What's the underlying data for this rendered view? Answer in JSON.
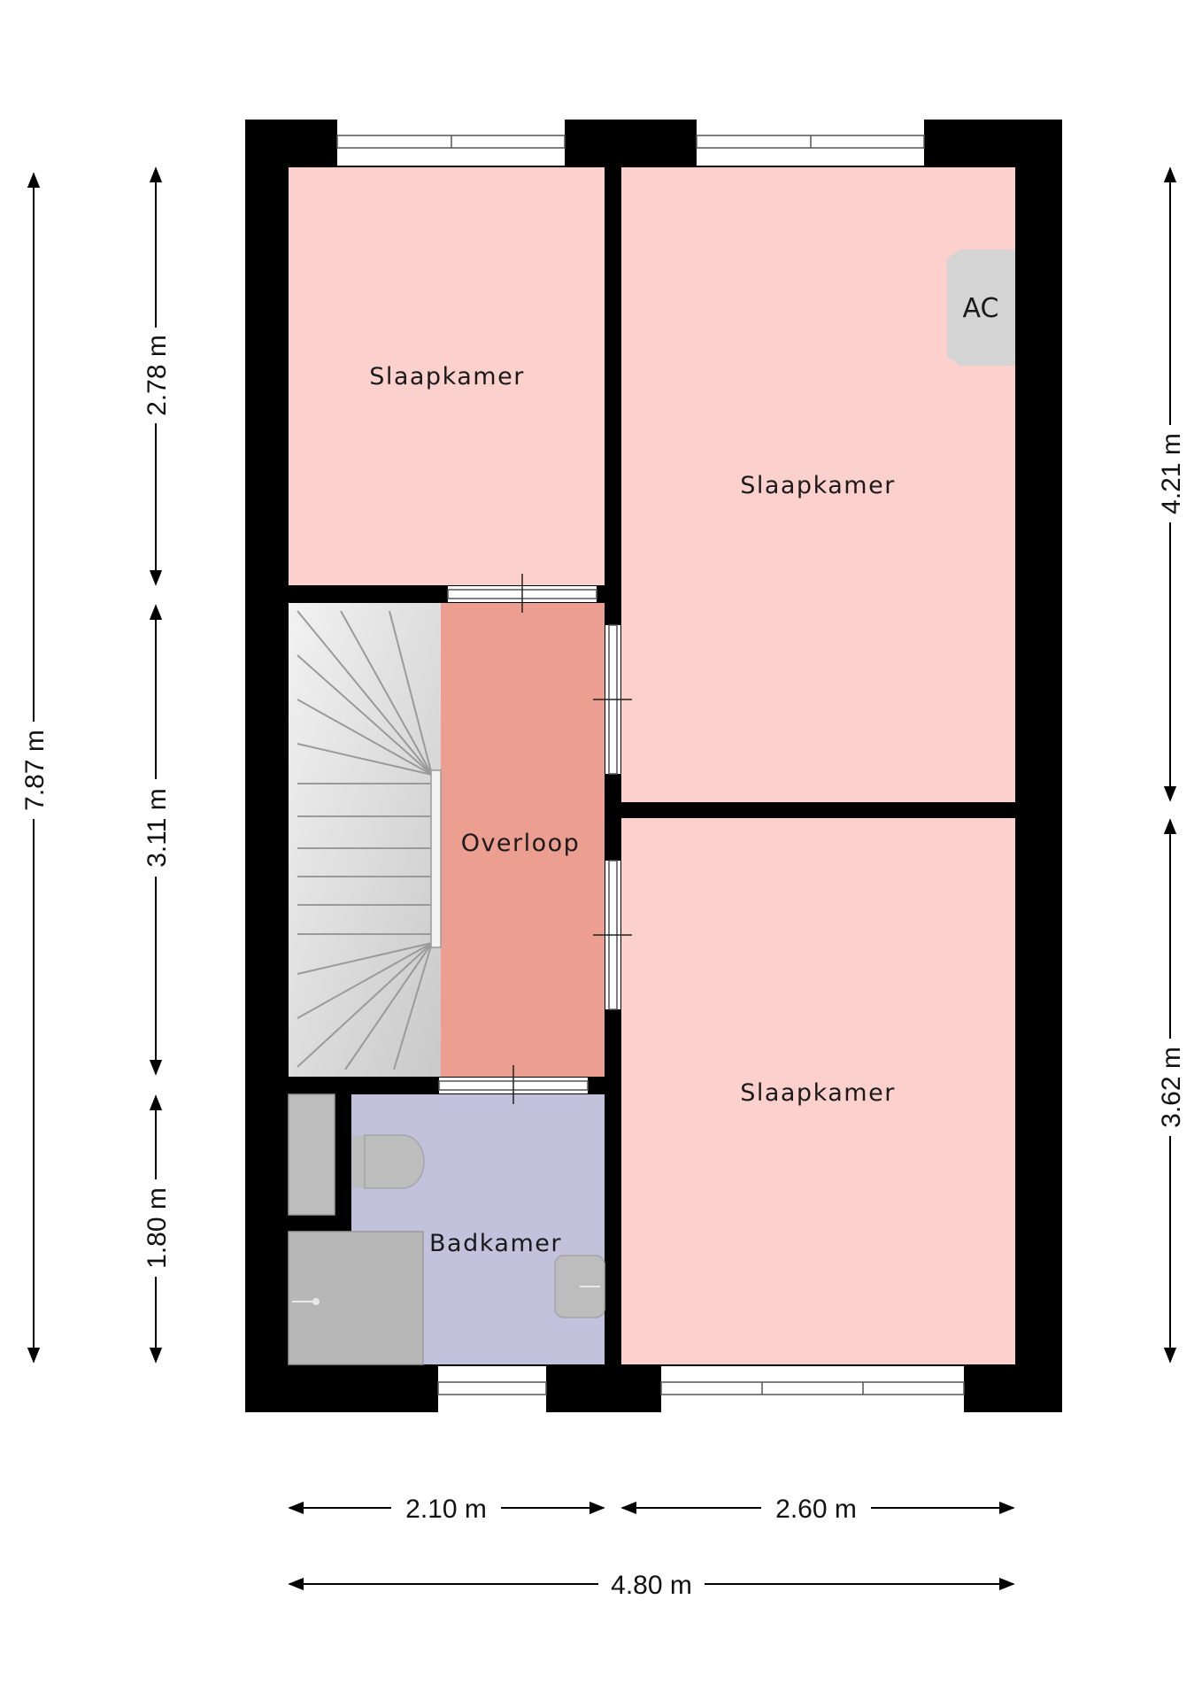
{
  "colors": {
    "wall": "#000000",
    "bedroom": "#fcd0cc",
    "landing": "#ec9e91",
    "bathroom": "#c3c2dd",
    "fixture": "#bdbdbd",
    "stair": "#e2e2e2"
  },
  "rooms": {
    "bedroom_top_left": "Slaapkamer",
    "bedroom_top_right": "Slaapkamer",
    "bedroom_bottom_right": "Slaapkamer",
    "landing": "Overloop",
    "bathroom": "Badkamer",
    "ac_unit": "AC"
  },
  "dimensions": {
    "total_height": "7.87 m",
    "left_top": "2.78 m",
    "left_middle": "3.11 m",
    "left_bottom": "1.80 m",
    "right_top": "4.21 m",
    "right_bottom": "3.62 m",
    "bottom_left_width": "2.10 m",
    "bottom_right_width": "2.60 m",
    "total_width": "4.80 m"
  }
}
